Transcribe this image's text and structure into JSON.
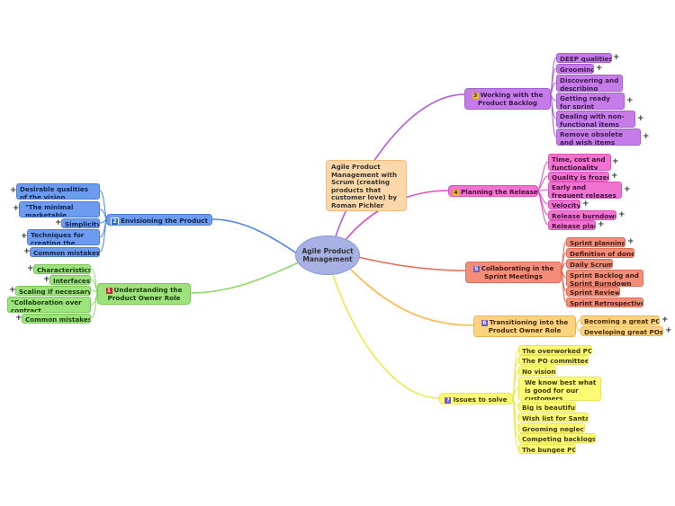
{
  "center": "Agile Product Management",
  "note": "Agile Product Management with Scrum (creating products that customer love) by Roman Pichler",
  "branches": {
    "backlog": {
      "label": "Working with the Product Backlog",
      "badge": "3",
      "color": "#c57be8",
      "items": [
        "DEEP qualities",
        "Grooming",
        "Discovering and describing items",
        "Getting ready for sprint planning",
        "Dealing with non-functional items",
        "Remove obsolete and wish items"
      ]
    },
    "planning": {
      "label": "Planning the Release",
      "badge": "4",
      "color": "#f272d2",
      "items": [
        "Time, cost and functionality",
        "Quality is frozen",
        "Early and frequent releases",
        "Velocity",
        "Release burndown",
        "Release plan"
      ]
    },
    "sprint": {
      "label": "Collaborating in the Sprint Meetings",
      "badge": "5",
      "color": "#f48d78",
      "items": [
        "Sprint planning",
        "Definition of done",
        "Daily Scrum",
        "Sprint Backlog and Sprint Burndown",
        "Sprint Review",
        "Sprint Retrospective"
      ]
    },
    "transition": {
      "label": "Transitioning into the Product Owner Role",
      "badge": "6",
      "color": "#ffd27d",
      "items": [
        "Becoming a great PO",
        "Developing great POs"
      ]
    },
    "issues": {
      "label": "Issues to solve",
      "badge": "?",
      "color": "#fffb73",
      "items": [
        "The overworked PO",
        "The PO committee",
        "No vision",
        "We know best what is good for our customers",
        "Big is beautiful",
        "Wish list for Santa",
        "Grooming neglect",
        "Competing backlogs",
        "The bungee PO"
      ]
    },
    "vision": {
      "label": "Envisioning the Product",
      "badge": "2",
      "color": "#6d9bf0",
      "items": [
        "Desirable qualities of the vision",
        "\"The minimal marketable product\"",
        "Simplicity",
        "Techniques for creating the vision",
        "Common mistakes"
      ]
    },
    "role": {
      "label": "Understanding the Product Owner Role",
      "badge": "1",
      "color": "#9de27c",
      "items": [
        "Characteristics",
        "Interfaces",
        "Scaling if necessary",
        "\"Collaboration over contract negotiation\"",
        "Common mistakes"
      ]
    }
  }
}
